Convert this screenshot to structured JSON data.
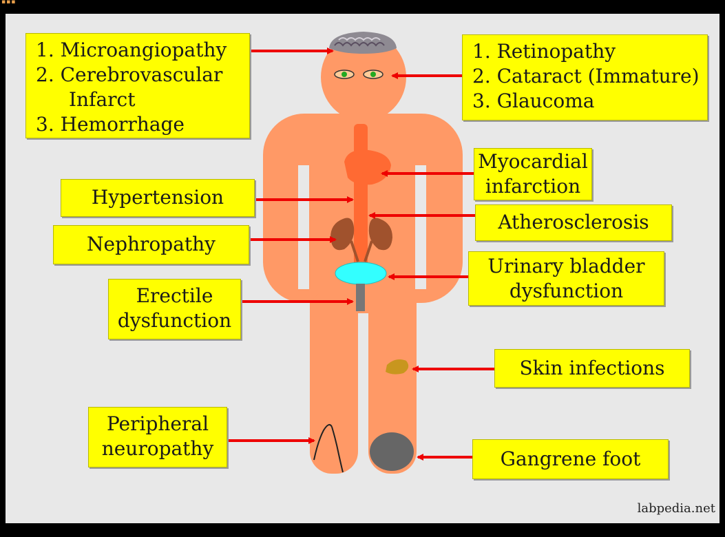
{
  "watermark": "labpedia.net",
  "brain_list": [
    "1. Microangiopathy",
    "2. Cerebrovascular",
    "Infarct",
    "3. Hemorrhage"
  ],
  "eye_list": [
    "1. Retinopathy",
    "2. Cataract (Immature)",
    "3. Glaucoma"
  ],
  "labels": {
    "myocardial": [
      "Myocardial",
      "infarction"
    ],
    "hypertension": "Hypertension",
    "atherosclerosis": "Atherosclerosis",
    "nephropathy": "Nephropathy",
    "bladder": [
      "Urinary bladder",
      "dysfunction"
    ],
    "erectile": [
      "Erectile",
      "dysfunction"
    ],
    "skin": "Skin infections",
    "neuropathy": [
      "Peripheral",
      "neuropathy"
    ],
    "gangrene": "Gangrene foot"
  },
  "colors": {
    "background": "#e8e8e8",
    "label_fill": "#ffff00",
    "body": "#ff9966",
    "organ": "#ff6a33",
    "kidney": "#a0522d",
    "bladder": "#33ffff",
    "arrow": "#ee0000",
    "gangrene": "#666666",
    "skin_lesion": "#c8961e"
  }
}
